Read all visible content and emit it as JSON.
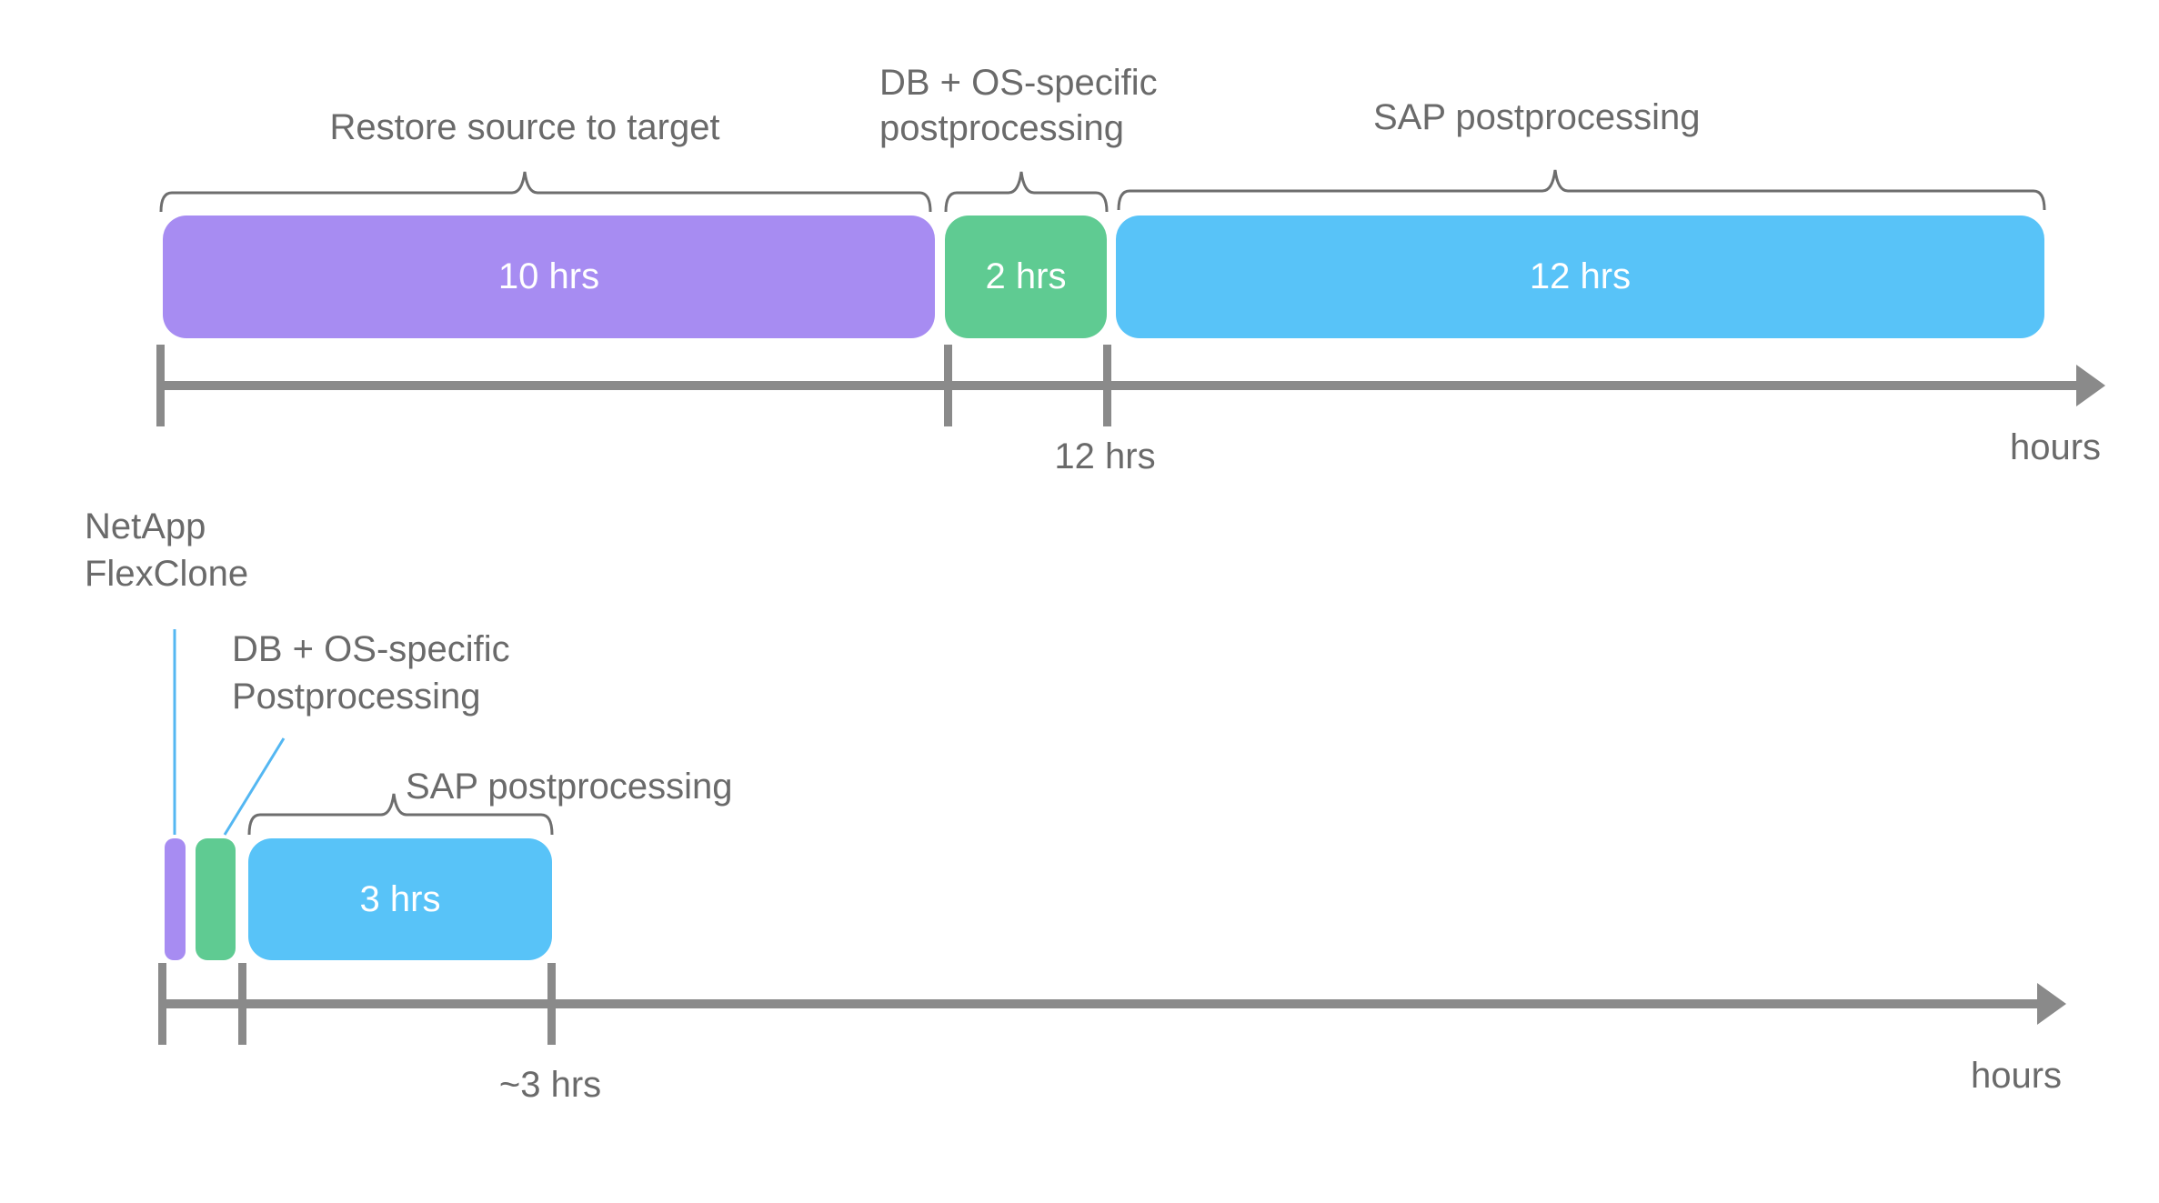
{
  "colors": {
    "purple": "#A78CF2",
    "green": "#5FCB92",
    "blue": "#58C3F8",
    "axis_gray": "#8A8A8A",
    "brace_gray": "#6E6E6E",
    "text_gray": "#6A6A6A",
    "callout_blue": "#54B7F2",
    "bar_text": "#FFFFFF"
  },
  "top_timeline": {
    "restore_label": "Restore source to target",
    "db_os_label_line1": "DB + OS-specific",
    "db_os_label_line2": "postprocessing",
    "sap_label": "SAP postprocessing",
    "bars": [
      {
        "name": "restore-source-to-target",
        "duration_label": "10 hrs",
        "hours": 10
      },
      {
        "name": "db-os-postprocessing",
        "duration_label": "2 hrs",
        "hours": 2
      },
      {
        "name": "sap-postprocessing",
        "duration_label": "12 hrs",
        "hours": 12
      }
    ],
    "milestone_label": "12 hrs",
    "axis_unit": "hours"
  },
  "bottom_timeline": {
    "netapp_label_line1": "NetApp",
    "netapp_label_line2": "FlexClone",
    "db_os_label_line1": "DB + OS-specific",
    "db_os_label_line2": "Postprocessing",
    "sap_label": "SAP postprocessing",
    "bars": [
      {
        "name": "netapp-flexclone"
      },
      {
        "name": "db-os-postprocessing"
      },
      {
        "name": "sap-postprocessing",
        "duration_label": "3 hrs",
        "hours": 3
      }
    ],
    "milestone_label": "~3 hrs",
    "axis_unit": "hours"
  }
}
